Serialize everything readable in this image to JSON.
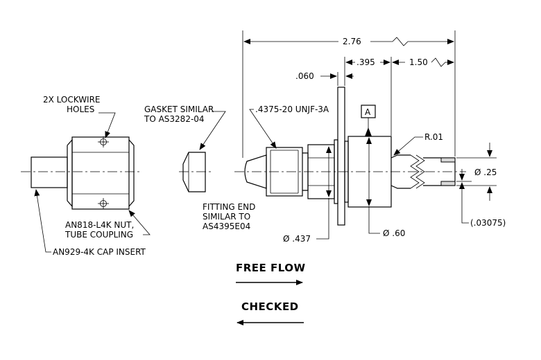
{
  "dims": {
    "overall": "2.76",
    "flange_to_end": ".395",
    "stub": "1.50",
    "flange_thk": ".060",
    "thread": ".4375-20 UNJF-3A",
    "dia_437": "Ø .437",
    "dia_60": "Ø .60",
    "radius": "R.01",
    "dia_25": "Ø .25",
    "wall": "(.03075)"
  },
  "datum": "A",
  "labels": {
    "lockwire_1": "2X LOCKWIRE",
    "lockwire_2": "HOLES",
    "gasket_1": "GASKET SIMILAR",
    "gasket_2": "TO AS3282-04",
    "fitting_1": "FITTING END",
    "fitting_2": "SIMILAR TO",
    "fitting_3": "AS4395E04",
    "nut_1": "AN818-L4K NUT,",
    "nut_2": "TUBE COUPLING",
    "cap": "AN929-4K CAP INSERT"
  },
  "flow": {
    "free": "FREE FLOW",
    "checked": "CHECKED"
  }
}
